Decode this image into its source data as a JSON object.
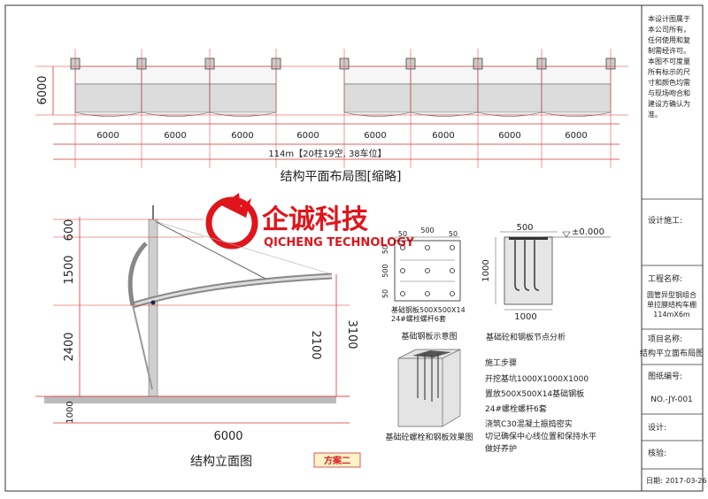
{
  "brand": {
    "name_cn": "企诚科技",
    "name_en": "QICHENG TECHNOLOGY",
    "color": "#e0151b"
  },
  "plan": {
    "height_dim": "6000",
    "bay_dims": [
      "6000",
      "6000",
      "6000",
      "6000",
      "6000",
      "6000",
      "6000",
      "6000"
    ],
    "total_text": "114m【20柱19空, 38车位】",
    "caption": "结构平面布局图[缩略]"
  },
  "elevation": {
    "left_dims": [
      "600",
      "1500",
      "2400",
      "1000"
    ],
    "right_dims": [
      "3100",
      "2100"
    ],
    "bottom_dim": "6000",
    "caption": "结构立面图",
    "stamp": "方案二"
  },
  "base_plate": {
    "dim_500_top": "500",
    "dim_50_left": "50",
    "dim_50_right": "50",
    "dim_500_side": "500",
    "dim_50_side_top": "50",
    "dim_50_side_bot": "50",
    "note_line1": "基础钢板500X500X14",
    "note_line2": "24#螺栓螺杆6套",
    "caption": "基础钢板示意图"
  },
  "node": {
    "dim_500": "500",
    "elev": "±0.000",
    "dim_1000_side": "1000",
    "dim_1000_bottom": "1000",
    "caption": "基础砼和钢板节点分析"
  },
  "effect": {
    "caption": "基础砼螺栓和钢板效果图"
  },
  "steps": {
    "title": "施工步骤",
    "lines": [
      "开挖基坑1000X1000X1000",
      "置放500X500X14基础钢板",
      "24#螺栓螺杆6套",
      "浇筑C30混凝土振捣密实",
      "切记确保中心线位置和保持水平",
      "做好养护"
    ]
  },
  "title_block": {
    "notice": [
      "本设计图属于",
      "本公司所有，",
      "任何使用和复",
      "制需经许可。",
      "本图不可度量",
      "所有标示的尺",
      "寸和颜色均需",
      "与现场吻合和",
      "建设方确认为",
      "准。"
    ],
    "design_label": "设计施工:",
    "project_label": "工程名称:",
    "project_name": [
      "圆管异型钢组合",
      "单拉膜结构车棚",
      "114mX6m"
    ],
    "item_label": "项目名称:",
    "item_name": "结构平立面布局图",
    "drawing_no_label": "图纸编号:",
    "drawing_no": "NO.-JY-001",
    "design_by_label": "设计:",
    "check_label": "核验:",
    "date_label": "日期:",
    "date": "2017-03-26"
  }
}
